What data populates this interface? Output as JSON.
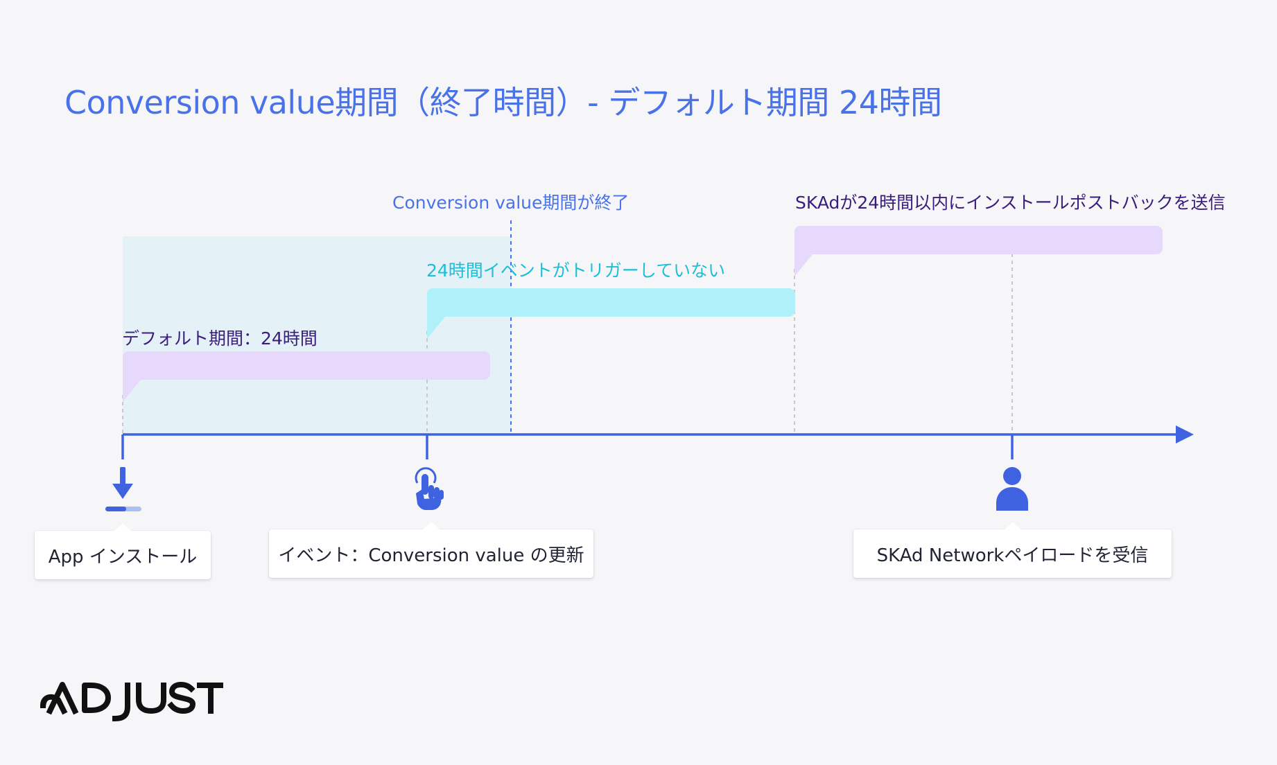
{
  "title": "Conversion value期間（終了時間）- デフォルト期間 24時間",
  "markers": {
    "conversion_end": "Conversion value期間が終了",
    "skad_postback": "SKAdが24時間以内にインストールポストバックを送信",
    "no_event": "24時間イベントがトリガーしていない",
    "default_period": "デフォルト期間：24時間"
  },
  "events": [
    {
      "label": "App インストール",
      "icon": "download-icon"
    },
    {
      "label": "イベント：Conversion value の更新",
      "icon": "tap-hand-icon"
    },
    {
      "label": "SKAd Networkペイロードを受信",
      "icon": "user-icon"
    }
  ],
  "brand": {
    "logo_text": "ADJUST"
  },
  "colors": {
    "primary_blue": "#4a72e8",
    "timeline_blue": "#3f63e0",
    "cyan": "#1dbfd6",
    "cyan_bar": "#b0f1f9",
    "purple_text": "#3a1d7a",
    "purple_bar": "#e6d9fb",
    "period_shade": "#e4f1f7",
    "background": "#f6f6f9"
  }
}
